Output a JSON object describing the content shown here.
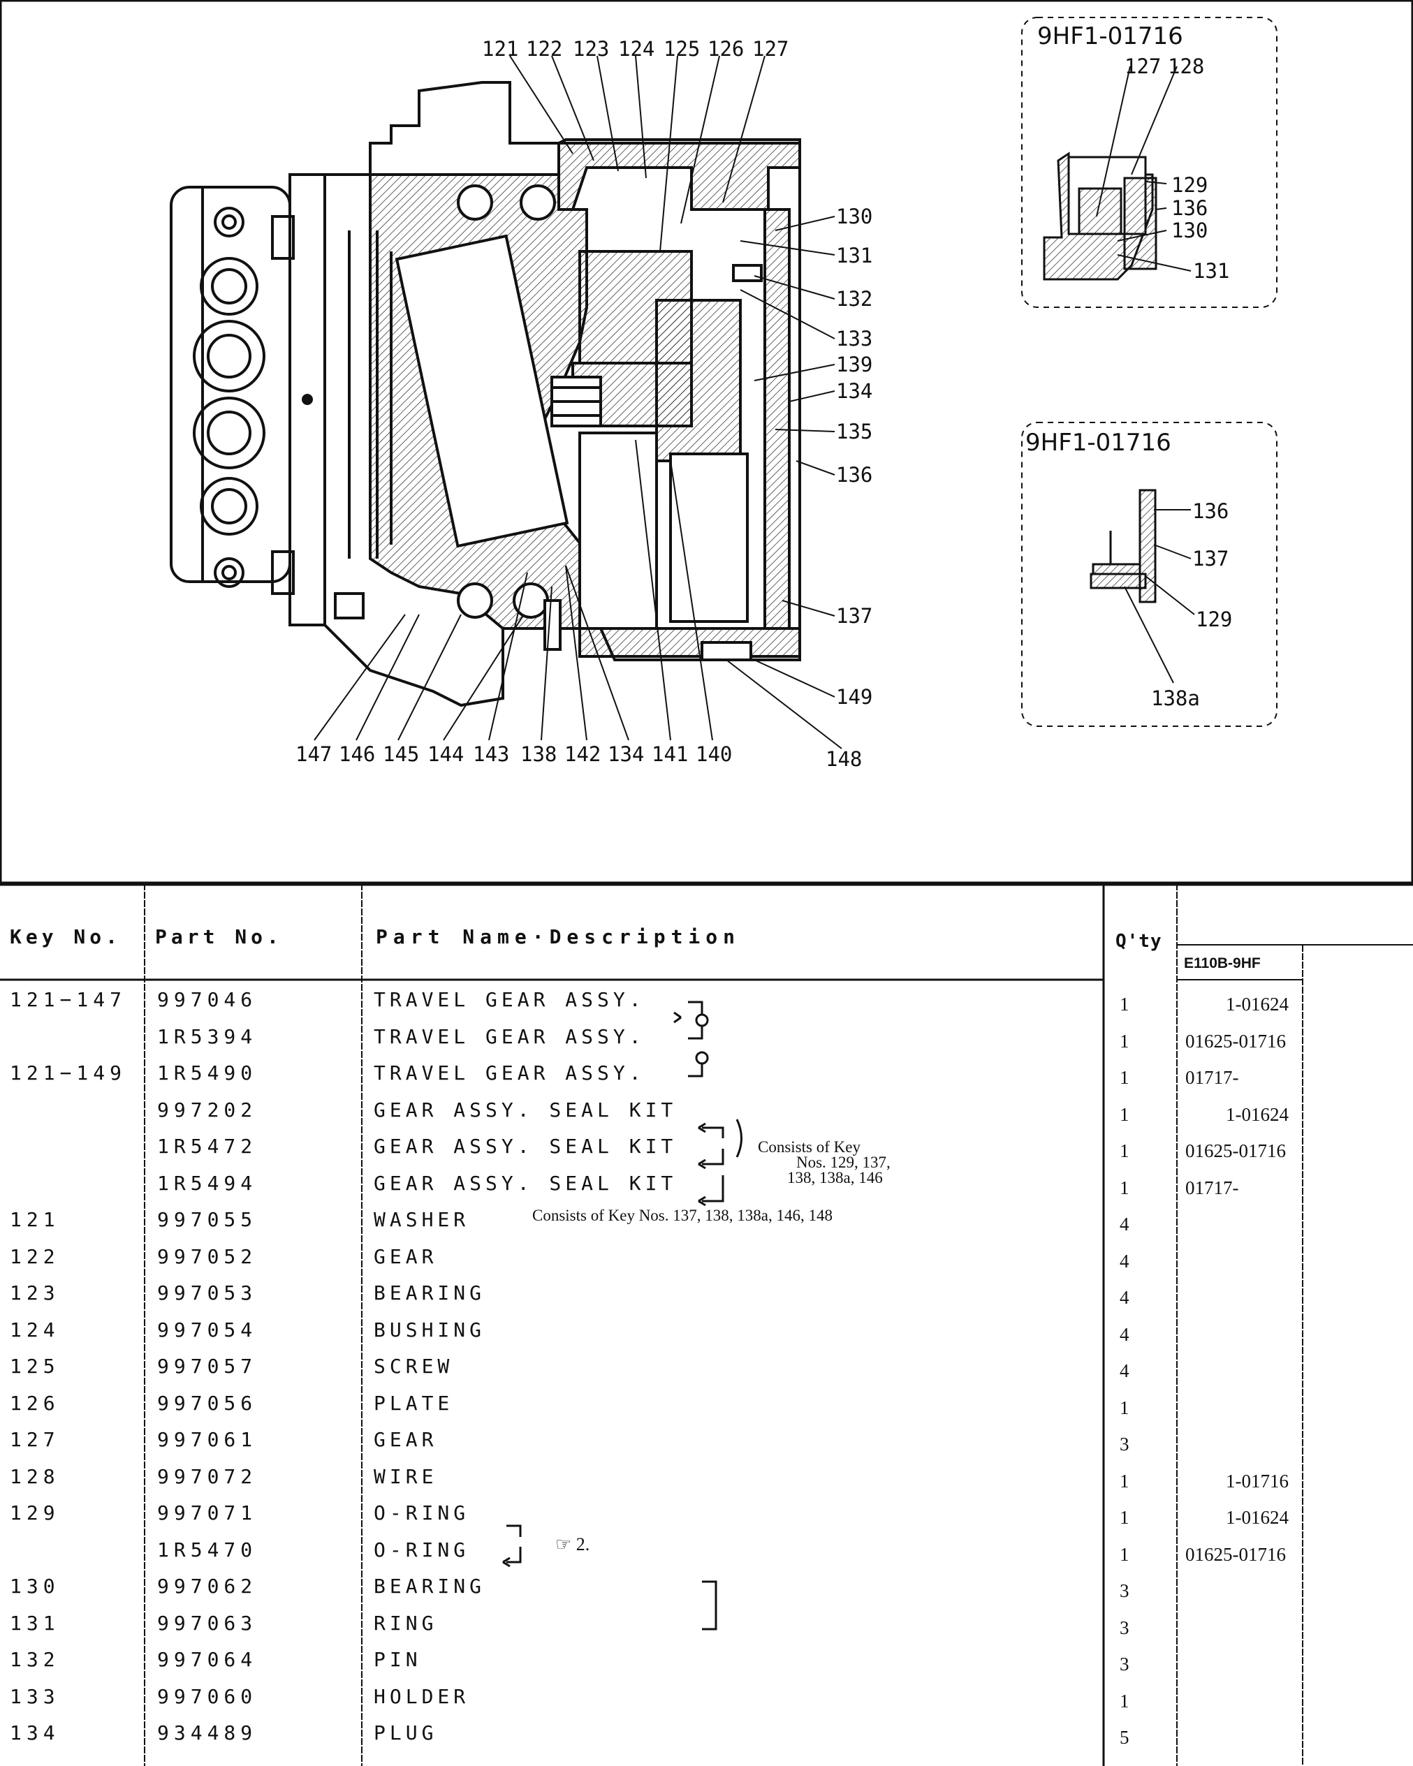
{
  "diagram": {
    "top_labels": [
      "121",
      "122",
      "123",
      "124",
      "125",
      "126",
      "127"
    ],
    "right_labels": [
      "130",
      "131",
      "132",
      "133",
      "139",
      "134",
      "135",
      "136",
      "137",
      "149",
      "148"
    ],
    "bottom_labels": [
      "147",
      "146",
      "145",
      "144",
      "143",
      "138",
      "142",
      "134",
      "141",
      "140"
    ],
    "inset1": {
      "title": "9HF1-01716",
      "labels": [
        "127",
        "128",
        "129",
        "136",
        "130",
        "131"
      ]
    },
    "inset2": {
      "title": "9HF1-01716",
      "labels": [
        "136",
        "137",
        "129",
        "138a"
      ]
    }
  },
  "table": {
    "headers": {
      "key_no": "Key No.",
      "part_no": "Part No.",
      "description": "Part Name·Description",
      "qty": "Q'ty",
      "model": "E110B-9HF"
    },
    "rows": [
      {
        "key": "121−147",
        "part": "997046",
        "desc": "TRAVEL GEAR ASSY.",
        "qty": "1",
        "serial": "1-01624"
      },
      {
        "key": "",
        "part": "1R5394",
        "desc": "TRAVEL GEAR ASSY.",
        "qty": "1",
        "serial": "01625-01716"
      },
      {
        "key": "121−149",
        "part": "1R5490",
        "desc": "TRAVEL GEAR ASSY.",
        "qty": "1",
        "serial": "01717-"
      },
      {
        "key": "",
        "part": "997202",
        "desc": "GEAR ASSY. SEAL KIT",
        "qty": "1",
        "serial": "1-01624"
      },
      {
        "key": "",
        "part": "1R5472",
        "desc": "GEAR ASSY. SEAL KIT",
        "qty": "1",
        "serial": "01625-01716"
      },
      {
        "key": "",
        "part": "1R5494",
        "desc": "GEAR ASSY. SEAL KIT",
        "qty": "1",
        "serial": "01717-"
      },
      {
        "key": "121",
        "part": "997055",
        "desc": "WASHER",
        "qty": "4",
        "serial": ""
      },
      {
        "key": "122",
        "part": "997052",
        "desc": "GEAR",
        "qty": "4",
        "serial": ""
      },
      {
        "key": "123",
        "part": "997053",
        "desc": "BEARING",
        "qty": "4",
        "serial": ""
      },
      {
        "key": "124",
        "part": "997054",
        "desc": "BUSHING",
        "qty": "4",
        "serial": ""
      },
      {
        "key": "125",
        "part": "997057",
        "desc": "SCREW",
        "qty": "4",
        "serial": ""
      },
      {
        "key": "126",
        "part": "997056",
        "desc": "PLATE",
        "qty": "1",
        "serial": ""
      },
      {
        "key": "127",
        "part": "997061",
        "desc": "GEAR",
        "qty": "3",
        "serial": ""
      },
      {
        "key": "128",
        "part": "997072",
        "desc": "WIRE",
        "qty": "1",
        "serial": "1-01716"
      },
      {
        "key": "129",
        "part": "997071",
        "desc": "O-RING",
        "qty": "1",
        "serial": "1-01624"
      },
      {
        "key": "",
        "part": "1R5470",
        "desc": "O-RING",
        "qty": "1",
        "serial": "01625-01716"
      },
      {
        "key": "130",
        "part": "997062",
        "desc": "BEARING",
        "qty": "3",
        "serial": ""
      },
      {
        "key": "131",
        "part": "997063",
        "desc": "RING",
        "qty": "3",
        "serial": ""
      },
      {
        "key": "132",
        "part": "997064",
        "desc": "PIN",
        "qty": "3",
        "serial": ""
      },
      {
        "key": "133",
        "part": "997060",
        "desc": "HOLDER",
        "qty": "1",
        "serial": ""
      },
      {
        "key": "134",
        "part": "934489",
        "desc": "PLUG",
        "qty": "5",
        "serial": ""
      }
    ],
    "notes": {
      "seal_kit_a_1": "Consists of Key",
      "seal_kit_a_2": "Nos. 129, 137,",
      "seal_kit_a_3": "138, 138a, 146",
      "seal_kit_b": "Consists of Key Nos. 137, 138, 138a, 146, 148",
      "oring_ref": "☞ 2."
    }
  }
}
